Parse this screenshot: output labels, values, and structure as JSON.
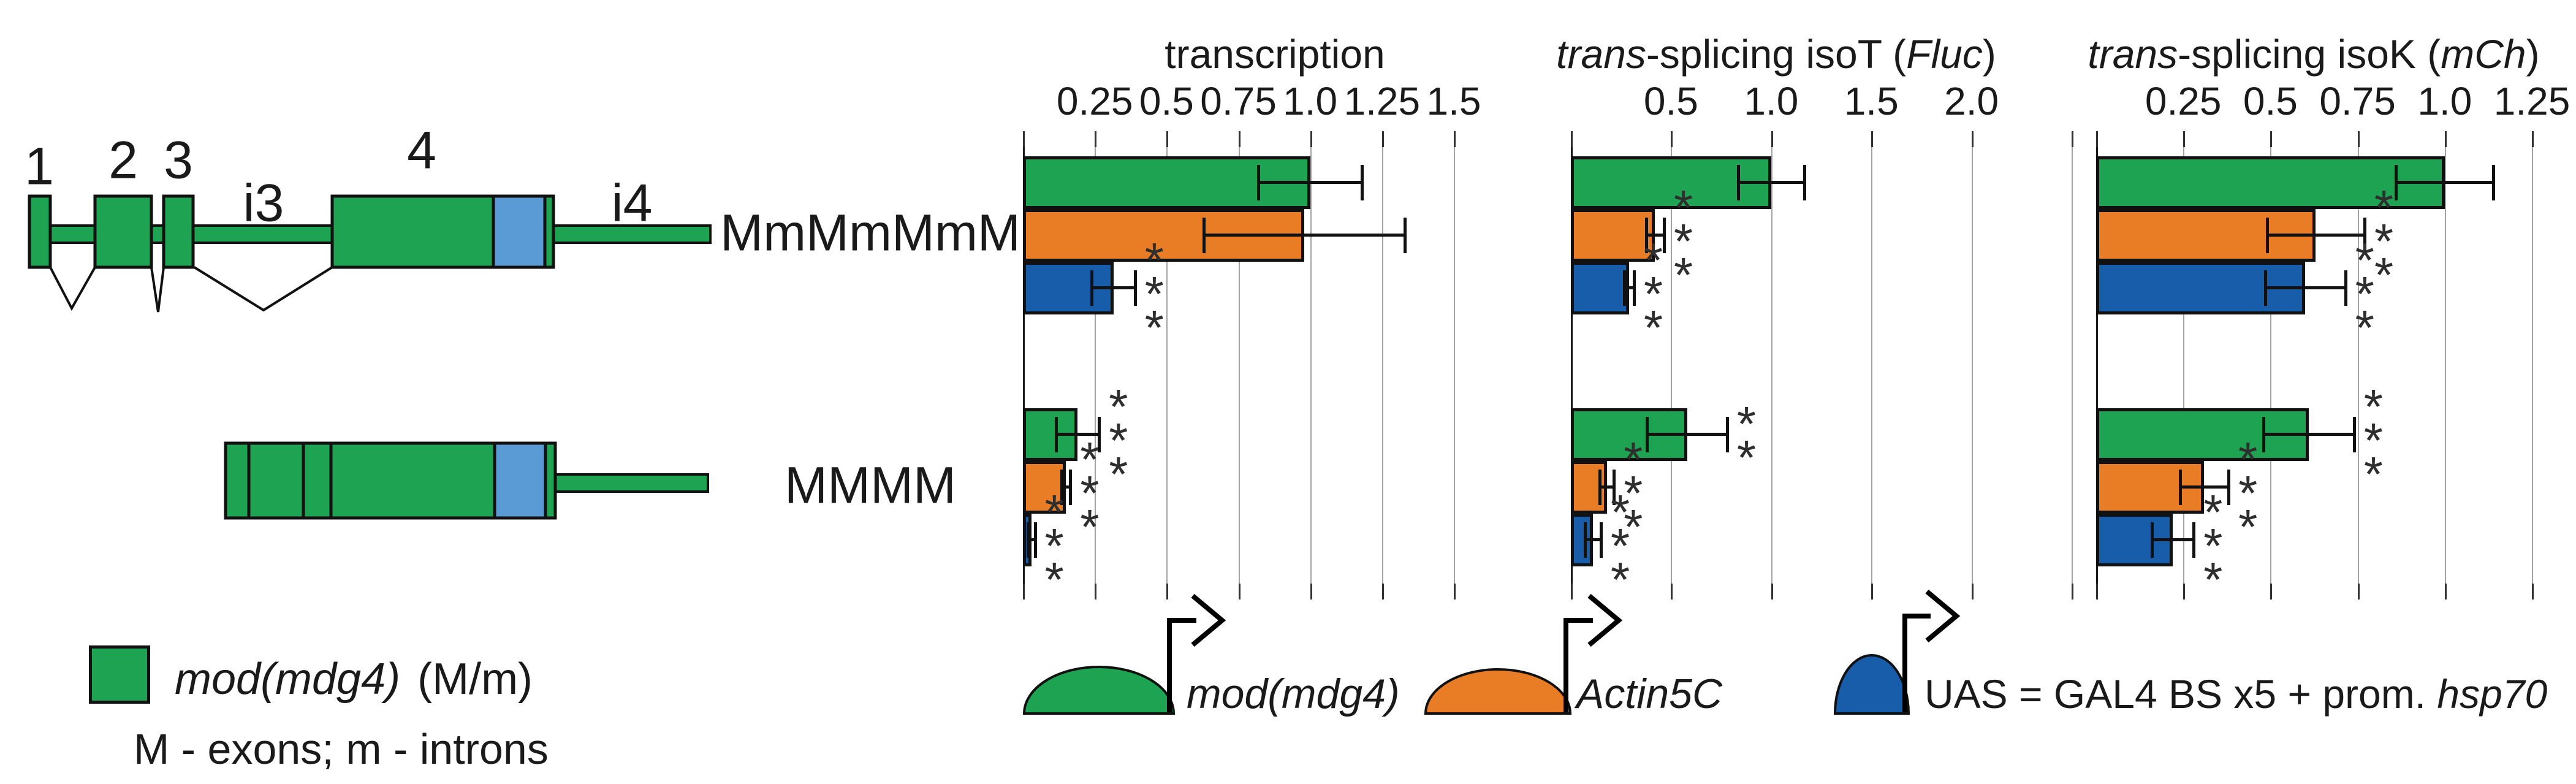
{
  "colors": {
    "green": "#1EA352",
    "orange": "#E87D26",
    "blue": "#175DA9",
    "light_blue": "#5B9BD5",
    "gridline": "#A3A3A3",
    "axis": "#1A1A1A"
  },
  "rows": [
    "MmMmMmM",
    "MMMM"
  ],
  "gene_diagram": {
    "labels": {
      "e1": "1",
      "e2": "2",
      "e3": "3",
      "i3": "i3",
      "e4": "4",
      "i4": "i4"
    }
  },
  "legend": {
    "gene": {
      "name": "mod(mdg4)",
      "suffix": "(M/m)",
      "note": "M - exons; m - introns"
    },
    "promoters": [
      {
        "label": "mod(mdg4)",
        "color": "green"
      },
      {
        "label": "Actin5C",
        "color": "orange"
      },
      {
        "label_prefix": "UAS = GAL4 BS x5 + prom. ",
        "label_italic": "hsp70",
        "color": "blue"
      }
    ]
  },
  "chart_data": [
    {
      "type": "bar",
      "orientation": "horizontal",
      "title_parts": [
        {
          "text": "transcription",
          "italic": false
        }
      ],
      "axis": {
        "xmax": 1.5,
        "gridlines": [
          0.25,
          0.5,
          0.75,
          1.0,
          1.25,
          1.5
        ],
        "tick_labels": [
          {
            "v": 0.25,
            "label": "0.25"
          },
          {
            "v": 0.5,
            "label": "0.5"
          },
          {
            "v": 0.75,
            "label": "0.75"
          },
          {
            "v": 1.0,
            "label": "1.0"
          },
          {
            "v": 1.25,
            "label": "1.25"
          },
          {
            "v": 1.5,
            "label": "1.5"
          }
        ]
      },
      "categories": [
        "MmMmMmM",
        "MMMM"
      ],
      "series": [
        {
          "name": "mod(mdg4)",
          "color_key": "green",
          "values": [
            1.0,
            0.19
          ],
          "errors": [
            0.18,
            0.075
          ],
          "stars": [
            "",
            "***"
          ]
        },
        {
          "name": "Actin5C",
          "color_key": "orange",
          "values": [
            0.98,
            0.15
          ],
          "errors": [
            0.35,
            0.015
          ],
          "stars": [
            "",
            "***"
          ]
        },
        {
          "name": "UAS",
          "color_key": "blue",
          "values": [
            0.315,
            0.03
          ],
          "errors": [
            0.075,
            0.012
          ],
          "stars": [
            "***",
            "***"
          ]
        }
      ]
    },
    {
      "type": "bar",
      "orientation": "horizontal",
      "title_parts": [
        {
          "text": "trans",
          "italic": true
        },
        {
          "text": "-splicing isoT (",
          "italic": false
        },
        {
          "text": "Fluc",
          "italic": true
        },
        {
          "text": ")",
          "italic": false
        }
      ],
      "axis": {
        "xmax": 2.5,
        "gridlines": [
          0.5,
          1.0,
          1.5,
          2.0,
          2.5
        ],
        "tick_labels": [
          {
            "v": 0.5,
            "label": "0.5"
          },
          {
            "v": 1.0,
            "label": "1.0"
          },
          {
            "v": 1.5,
            "label": "1.5"
          },
          {
            "v": 2.0,
            "label": "2.0"
          }
        ]
      },
      "categories": [
        "MmMmMmM",
        "MMMM"
      ],
      "series": [
        {
          "name": "mod(mdg4)",
          "color_key": "green",
          "values": [
            1.0,
            0.58
          ],
          "errors": [
            0.165,
            0.2
          ],
          "stars": [
            "",
            "**"
          ]
        },
        {
          "name": "Actin5C",
          "color_key": "orange",
          "values": [
            0.42,
            0.18
          ],
          "errors": [
            0.045,
            0.035
          ],
          "stars": [
            "***",
            "***"
          ]
        },
        {
          "name": "UAS",
          "color_key": "blue",
          "values": [
            0.29,
            0.11
          ],
          "errors": [
            0.025,
            0.04
          ],
          "stars": [
            "***",
            "***"
          ]
        }
      ]
    },
    {
      "type": "bar",
      "orientation": "horizontal",
      "title_parts": [
        {
          "text": "trans",
          "italic": true
        },
        {
          "text": "-splicing isoK (",
          "italic": false
        },
        {
          "text": "mCh",
          "italic": true
        },
        {
          "text": ")",
          "italic": false
        }
      ],
      "axis": {
        "xmax": 1.25,
        "gridlines": [
          0.25,
          0.5,
          0.75,
          1.0,
          1.25
        ],
        "tick_labels": [
          {
            "v": 0.25,
            "label": "0.25"
          },
          {
            "v": 0.5,
            "label": "0.5"
          },
          {
            "v": 0.75,
            "label": "0.75"
          },
          {
            "v": 1.0,
            "label": "1.0"
          },
          {
            "v": 1.25,
            "label": "1.25"
          }
        ]
      },
      "categories": [
        "MmMmMmM",
        "MMMM"
      ],
      "series": [
        {
          "name": "mod(mdg4)",
          "color_key": "green",
          "values": [
            1.0,
            0.61
          ],
          "errors": [
            0.14,
            0.13
          ],
          "stars": [
            "",
            "***"
          ]
        },
        {
          "name": "Actin5C",
          "color_key": "orange",
          "values": [
            0.63,
            0.31
          ],
          "errors": [
            0.14,
            0.07
          ],
          "stars": [
            "***",
            "***"
          ]
        },
        {
          "name": "UAS",
          "color_key": "blue",
          "values": [
            0.6,
            0.22
          ],
          "errors": [
            0.115,
            0.06
          ],
          "stars": [
            "***",
            "***"
          ]
        }
      ]
    }
  ]
}
